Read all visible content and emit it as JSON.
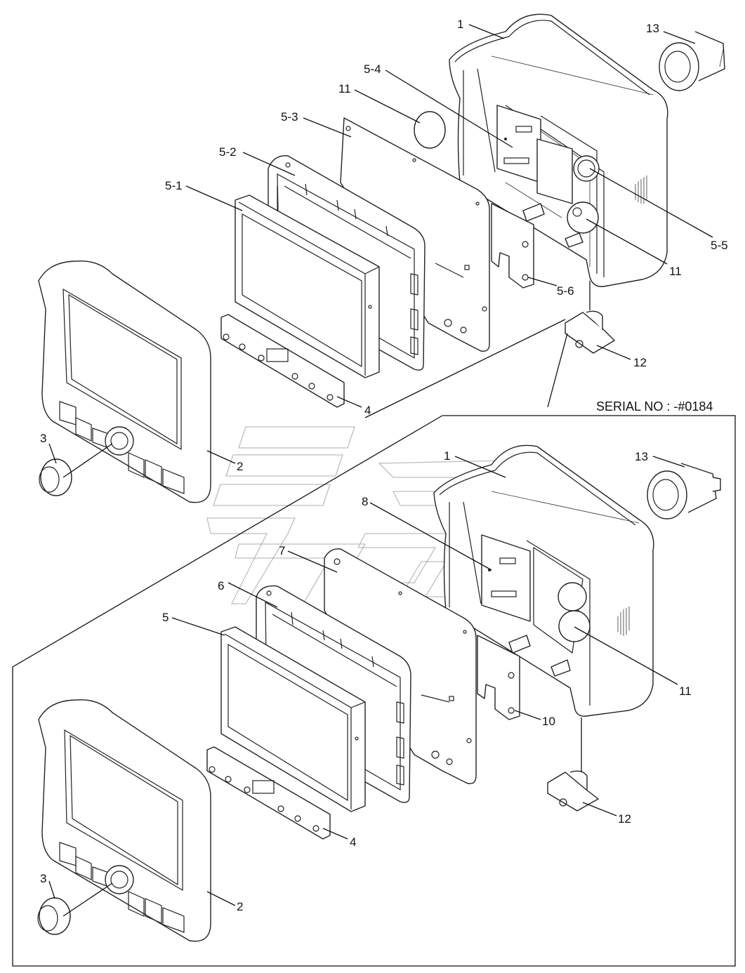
{
  "serial_note": "SERIAL NO : -#0184",
  "upper_labels": {
    "l1": "1",
    "l13": "13",
    "l5_4": "5-4",
    "l11a": "11",
    "l5_3": "5-3",
    "l5_2": "5-2",
    "l5_1": "5-1",
    "l5_5": "5-5",
    "l11b": "11",
    "l5_6": "5-6",
    "l12": "12",
    "l4": "4",
    "l3": "3",
    "l2": "2"
  },
  "lower_labels": {
    "l1": "1",
    "l13": "13",
    "l8": "8",
    "l7": "7",
    "l6": "6",
    "l5": "5",
    "l11": "11",
    "l10": "10",
    "l12": "12",
    "l4": "4",
    "l3": "3",
    "l2": "2"
  }
}
